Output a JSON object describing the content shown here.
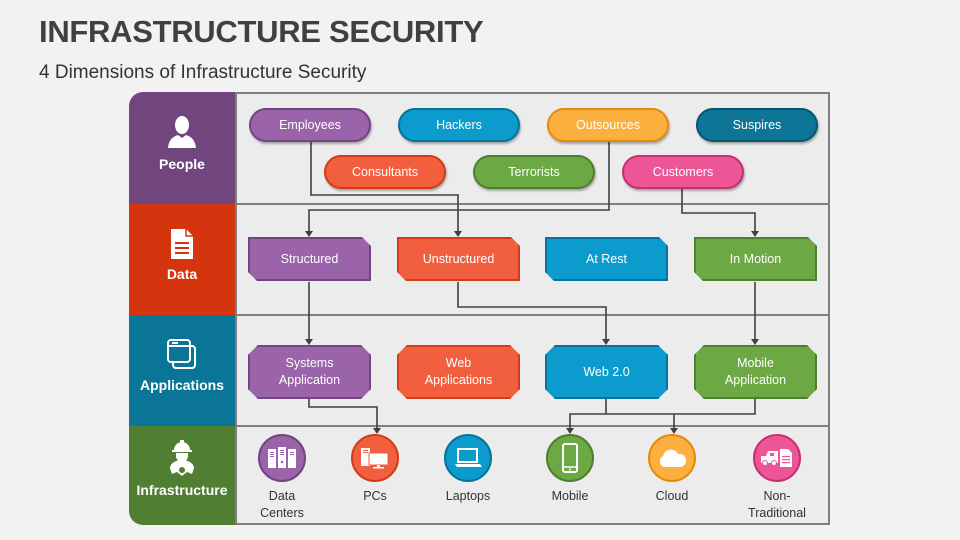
{
  "header": {
    "title": "INFRASTRUCTURE SECURITY",
    "subtitle": "4 Dimensions of Infrastructure Security"
  },
  "rows": [
    {
      "label": "People",
      "icon": "person-icon",
      "color": "#71467f"
    },
    {
      "label": "Data",
      "icon": "document-icon",
      "color": "#d4350f"
    },
    {
      "label": "Applications",
      "icon": "browser-windows-icon",
      "color": "#0b7597"
    },
    {
      "label": "Infrastructure",
      "icon": "engineer-gear-icon",
      "color": "#507e32"
    }
  ],
  "people": [
    {
      "label": "Employees",
      "fill": "#9b63aa",
      "border": "#6f4680"
    },
    {
      "label": "Hackers",
      "fill": "#0b9ccd",
      "border": "#08739a"
    },
    {
      "label": "Outsources",
      "fill": "#fbb040",
      "border": "#e8890a"
    },
    {
      "label": "Suspires",
      "fill": "#0d7596",
      "border": "#085570"
    },
    {
      "label": "Consultants",
      "fill": "#f15f3f",
      "border": "#d23c15"
    },
    {
      "label": "Terrorists",
      "fill": "#6ca843",
      "border": "#4c7f2e"
    },
    {
      "label": "Customers",
      "fill": "#ec5596",
      "border": "#c92e70"
    }
  ],
  "data_types": [
    {
      "label": "Structured",
      "fill": "#9b63aa",
      "border": "#6f4680"
    },
    {
      "label": "Unstructured",
      "fill": "#f15f3f",
      "border": "#d23c15"
    },
    {
      "label": "At Rest",
      "fill": "#0b9ccd",
      "border": "#08739a"
    },
    {
      "label": "In Motion",
      "fill": "#6ca843",
      "border": "#4c7f2e"
    }
  ],
  "applications": [
    {
      "line1": "Systems",
      "line2": "Application",
      "fill": "#9b63aa",
      "border": "#6f4680"
    },
    {
      "line1": "Web",
      "line2": "Applications",
      "fill": "#f15f3f",
      "border": "#d23c15"
    },
    {
      "line1": "Web 2.0",
      "line2": "",
      "fill": "#0b9ccd",
      "border": "#08739a"
    },
    {
      "line1": "Mobile",
      "line2": "Application",
      "fill": "#6ca843",
      "border": "#4c7f2e"
    }
  ],
  "infrastructure": [
    {
      "line1": "Data",
      "line2": "Centers",
      "icon": "server-rack-icon",
      "fill": "#9b63aa",
      "border": "#6f4680"
    },
    {
      "line1": "PCs",
      "line2": "",
      "icon": "desktop-pc-icon",
      "fill": "#f15f3f",
      "border": "#d23c15"
    },
    {
      "line1": "Laptops",
      "line2": "",
      "icon": "laptop-icon",
      "fill": "#0b9ccd",
      "border": "#08739a"
    },
    {
      "line1": "Mobile",
      "line2": "",
      "icon": "smartphone-icon",
      "fill": "#6ca843",
      "border": "#4c7f2e"
    },
    {
      "line1": "Cloud",
      "line2": "",
      "icon": "cloud-icon",
      "fill": "#fbb040",
      "border": "#e8890a"
    },
    {
      "line1": "Non-",
      "line2": "Traditional",
      "icon": "vehicle-document-icon",
      "fill": "#ec5596",
      "border": "#c92e70"
    }
  ],
  "connections": [
    {
      "from": "Employees",
      "to": "Unstructured"
    },
    {
      "from": "Outsources",
      "to": "Structured"
    },
    {
      "from": "Customers",
      "to": "In Motion"
    },
    {
      "from": "Structured",
      "to": "Systems Application"
    },
    {
      "from": "Unstructured",
      "to": "Web 2.0"
    },
    {
      "from": "In Motion",
      "to": "Mobile Application"
    },
    {
      "from": "Systems Application",
      "to": "PCs"
    },
    {
      "from": "Web 2.0",
      "to": "Mobile"
    },
    {
      "from": "Web 2.0",
      "to": "Cloud"
    },
    {
      "from": "Mobile Application",
      "to": "Mobile"
    }
  ]
}
